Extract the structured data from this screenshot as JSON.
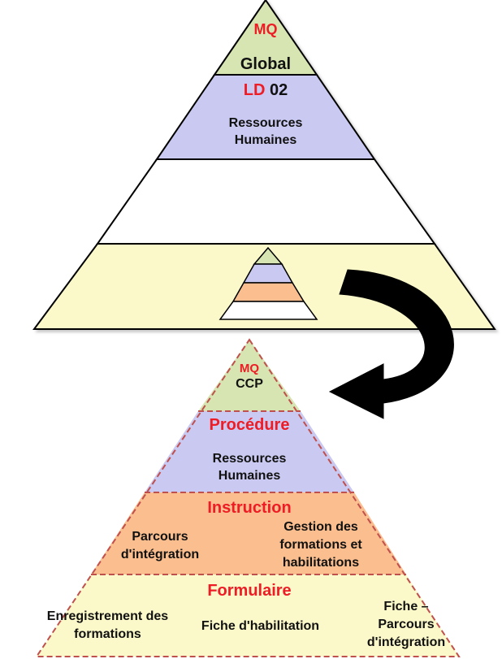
{
  "colors": {
    "green": "#d6e5b1",
    "lavender": "#c9c9f2",
    "white": "#ffffff",
    "cream": "#fbf9c9",
    "orange": "#fbbf8f",
    "accent_red": "#ee1c25",
    "dashed_border": "#c0504d"
  },
  "top_pyramid": {
    "level1": {
      "code": "MQ",
      "name": "Global"
    },
    "level2": {
      "code": "LD",
      "number": "02",
      "name_line1": "Ressources",
      "name_line2": "Humaines"
    }
  },
  "bottom_pyramid": {
    "level1": {
      "code": "MQ",
      "name": "CCP"
    },
    "level2": {
      "title": "Procédure",
      "item_line1": "Ressources",
      "item_line2": "Humaines"
    },
    "level3": {
      "title": "Instruction",
      "item1_line1": "Parcours",
      "item1_line2": "d'intégration",
      "item2_line1": "Gestion des",
      "item2_line2": "formations et",
      "item2_line3": "habilitations"
    },
    "level4": {
      "title": "Formulaire",
      "item1_line1": "Enregistrement des",
      "item1_line2": "formations",
      "item2": "Fiche d'habilitation",
      "item3_line1": "Fiche –",
      "item3_line2": "Parcours",
      "item3_line3": "d'intégration"
    }
  },
  "arrow": {
    "icon": "curved-arrow-icon"
  }
}
